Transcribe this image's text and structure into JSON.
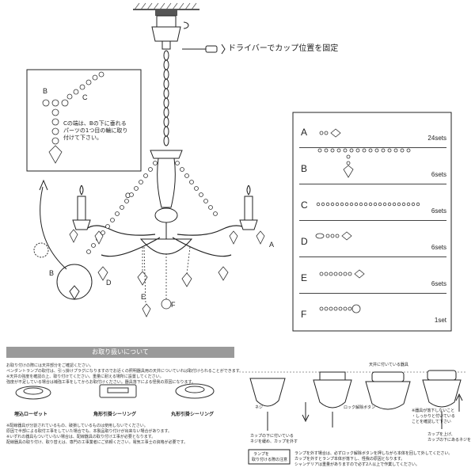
{
  "diagram": {
    "screwdriver_note": "ドライバーでカップ位置を固定",
    "callout": {
      "label_b": "B",
      "label_c": "C",
      "note_line1": "Cの端は、Bの下に垂れる",
      "note_line2": "パーツの1つ目の輪に取り",
      "note_line3": "付けて下さい。"
    },
    "labels": {
      "a": "A",
      "b": "B",
      "c": "C",
      "d": "D",
      "e": "E",
      "f": "F"
    }
  },
  "parts": [
    {
      "letter": "A",
      "count": "24sets"
    },
    {
      "letter": "B",
      "count": "6sets"
    },
    {
      "letter": "C",
      "count": "6sets"
    },
    {
      "letter": "D",
      "count": "6sets"
    },
    {
      "letter": "E",
      "count": "6sets"
    },
    {
      "letter": "F",
      "count": "1set"
    }
  ],
  "care": {
    "title": "お取り扱いについて",
    "lines": [
      "お取り付けの際には天井部分をご確認ください。",
      "ペンダントランプの取付は、引っ掛けプラグになりますのでお近くの照明器具用の天井についていれば取付けられることができます。",
      "※天井の強度を確認の上、取り付けてください。重量に耐える場所に設置してください。",
      "強度が不足している場合は補強工事をしてからお取付けください。器具落下による怪我の原因になります。"
    ],
    "fixtures": [
      {
        "name": "埋込ローゼット"
      },
      {
        "name": "角形引掛シーリング"
      },
      {
        "name": "丸形引掛シーリング"
      }
    ],
    "footer": [
      "※配線器具が分割されているもの、破損しているものは使用しないでください。",
      "原因で半部による取付工事をしていた場合でも、本製品取り付けが出来ない場合があります。",
      "※いずれの器具もついていない場合は、配線器具の取り付け工事が必要となります。",
      "配線器具の取り付け、取り替えは、専門の工事業者にご依頼ください。電気工事士の資格が必要です。"
    ]
  },
  "install": {
    "neji": "ネジ",
    "lock_button": "ロック解除ボタン",
    "ceiling_fixture": "天井に付いている器具",
    "step1": "カップの下に付いている",
    "step1b": "ネジを緩め、カップを外す",
    "lamp_box": "ランプを",
    "lamp_box2": "取り付ける際の注意",
    "warn1": "※器具が落下しないこと",
    "warn2": "・しっかりと付いている",
    "warn3": "ことを確認して下さい",
    "step4": "カップを上げ、",
    "step4b": "カップの下にあるネジを",
    "bottom1": "ランプを外す場合は、必ずロック解除ボタンを押しながら本体を回して外してください。",
    "bottom2": "カップを外すとランプ本体が落下し、怪我の原因となります。",
    "bottom3": "シャンデリアは重量がありますので必ず2人以上で作業してください。"
  }
}
